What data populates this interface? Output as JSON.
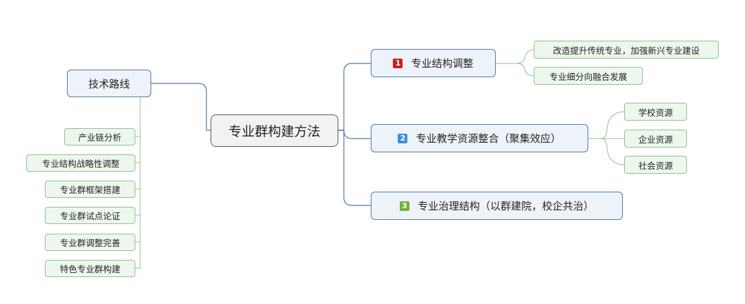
{
  "central": {
    "label": "专业群构建方法"
  },
  "tech_route": {
    "label": "技术路线",
    "items": [
      "产业链分析",
      "专业结构战略性调整",
      "专业群框架搭建",
      "专业群试点论证",
      "专业群调整完善",
      "特色专业群构建"
    ]
  },
  "branches": [
    {
      "number": "1",
      "label": "专业结构调整",
      "children": [
        "改造提升传统专业，加强新兴专业建设",
        "专业细分向融合发展"
      ]
    },
    {
      "number": "2",
      "label": "专业教学资源整合（聚集效应）",
      "children": [
        "学校资源",
        "企业资源",
        "社会资源"
      ]
    },
    {
      "number": "3",
      "label": "专业治理结构（以群建院，校企共治）",
      "children": []
    }
  ],
  "colors": {
    "main_connector": "#4f7aa8",
    "sub_connector": "#8cc28c",
    "badge_1": "#cc1f1f",
    "badge_2": "#3b8fd9",
    "badge_3": "#6fb23b"
  }
}
